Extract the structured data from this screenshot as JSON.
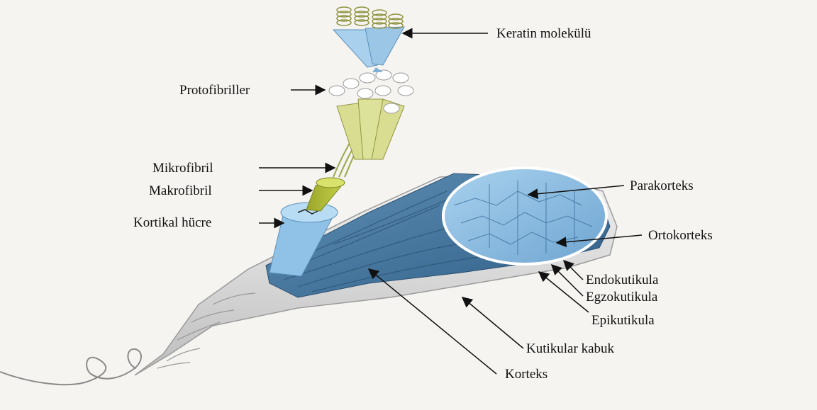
{
  "diagram": {
    "labels": {
      "keratin": "Keratin molekülü",
      "protofibriller": "Protofibriller",
      "mikrofibril": "Mikrofibril",
      "makrofibril": "Makrofibril",
      "kortikal": "Kortikal hücre",
      "parakorteks": "Parakorteks",
      "ortokorteks": "Ortokorteks",
      "endokutikula": "Endokutikula",
      "egzokutikula": "Egzokutikula",
      "epikutikula": "Epikutikula",
      "kutikular": "Kutikular kabuk",
      "korteks": "Korteks"
    }
  }
}
